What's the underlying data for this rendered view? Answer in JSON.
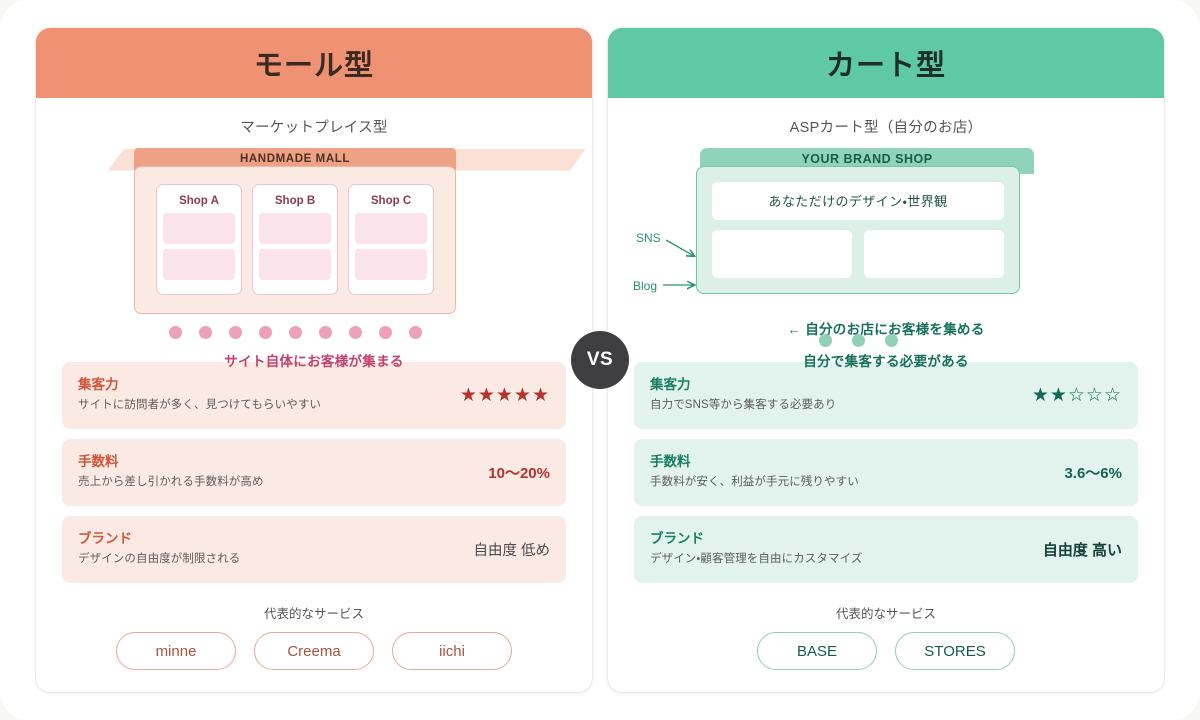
{
  "vs_badge": "VS",
  "left": {
    "header_title": "モール型",
    "subtitle": "マーケットプレイス型",
    "banner_label": "HANDMADE MALL",
    "shops": [
      "Shop A",
      "Shop B",
      "Shop C"
    ],
    "dot_count": 9,
    "caption": "サイト自体にお客様が集まる",
    "rows": [
      {
        "label": "集客力",
        "desc": "サイトに訪問者が多く、見つけてもらいやすい",
        "value": "★★★★★",
        "value_type": "stars",
        "stars_filled": 5,
        "stars_total": 5
      },
      {
        "label": "手数料",
        "desc": "売上から差し引かれる手数料が高め",
        "value": "10〜20%",
        "value_type": "strong"
      },
      {
        "label": "ブランド",
        "desc": "デザインの自由度が制限される",
        "value": "自由度 低め",
        "value_type": "plain"
      }
    ],
    "services_title": "代表的なサービス",
    "services": [
      "minne",
      "Creema",
      "iichi"
    ],
    "accent": "#ef9274",
    "row_bg": "#fbeae3",
    "label_color": "#d0563a"
  },
  "right": {
    "header_title": "カート型",
    "subtitle": "ASPカート型（自分のお店）",
    "banner_label": "YOUR BRAND SHOP",
    "hero_text": "あなただけのデザイン・世界観",
    "channels": [
      "SNS",
      "Blog"
    ],
    "dot_count": 3,
    "arrow_caption": "← 自分のお店にお客様を集める",
    "caption": "自分で集客する必要がある",
    "rows": [
      {
        "label": "集客力",
        "desc": "自力でSNS等から集客する必要あり",
        "value": "★★☆☆☆",
        "value_type": "stars",
        "stars_filled": 2,
        "stars_total": 5
      },
      {
        "label": "手数料",
        "desc": "手数料が安く、利益が手元に残りやすい",
        "value": "3.6〜6%",
        "value_type": "strong"
      },
      {
        "label": "ブランド",
        "desc": "デザイン・顧客管理を自由にカスタマイズ",
        "value": "自由度 高い",
        "value_type": "bold-plain"
      }
    ],
    "services_title": "代表的なサービス",
    "services": [
      "BASE",
      "STORES"
    ],
    "accent": "#5ec9a4",
    "row_bg": "#e2f2ec",
    "label_color": "#1c7e63"
  }
}
